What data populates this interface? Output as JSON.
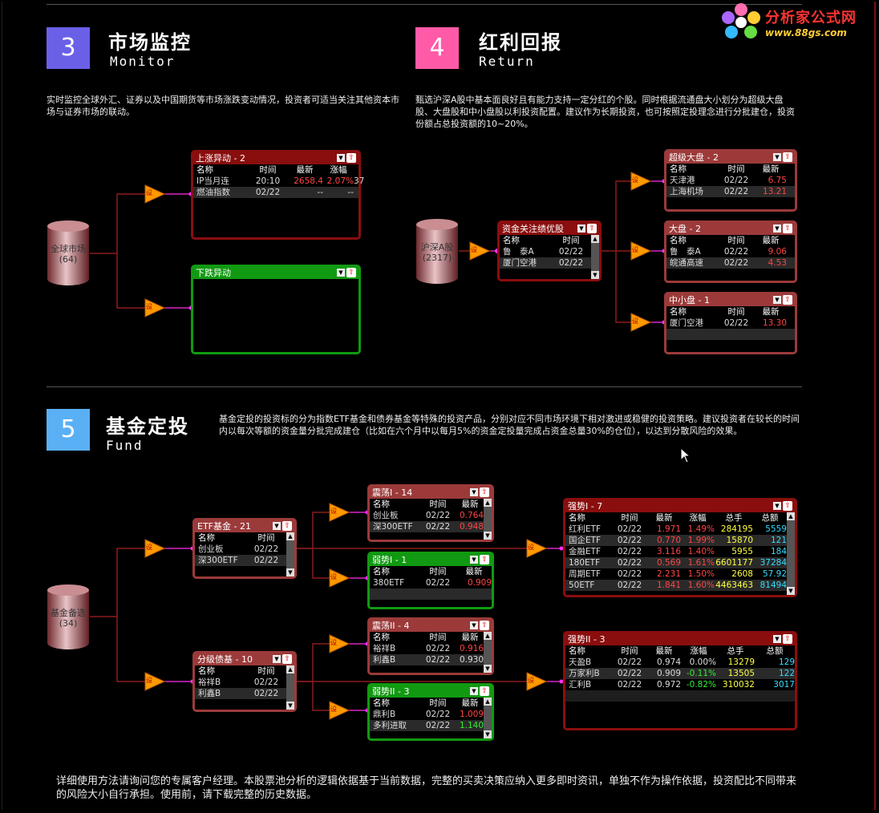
{
  "logo": {
    "title": "分析家公式网",
    "url": "www.88gs.com"
  },
  "sections": {
    "monitor": {
      "num": "3",
      "title": "市场监控",
      "sub": "Monitor",
      "color": "#6a60e8",
      "desc": "实时监控全球外汇、证券以及中国期货等市场涨跌变动情况，投资者可适当关注其他资本市场与证券市场的联动。"
    },
    "return": {
      "num": "4",
      "title": "红利回报",
      "sub": "Return",
      "color": "#ff5aa8",
      "desc": "甄选沪深A股中基本面良好且有能力支持一定分红的个股。同时根据流通盘大小划分为超级大盘股、大盘股和中小盘股以利投资配置。建议作为长期投资，也可按照定投理念进行分批建仓，投资份额占总投资额的10~20%。"
    },
    "fund": {
      "num": "5",
      "title": "基金定投",
      "sub": "Fund",
      "color": "#5ab0f5",
      "desc": "基金定投的投资标的分为指数ETF基金和债券基金等特殊的投资产品，分别对应不同市场环境下相对激进或稳健的投资策略。建议投资者在较长的时间内以每次等额的资金量分批完成建仓（比如在六个月中以每月5%的资金定投量完成占资金总量30%的仓位），以达到分散风险的效果。"
    }
  },
  "cylinders": {
    "global": {
      "name": "全球市场",
      "count": "(64)"
    },
    "hs": {
      "name": "沪深A股",
      "count": "(2317)"
    },
    "fund": {
      "name": "基金备选",
      "count": "(34)"
    }
  },
  "tri_label": "设",
  "ctl": {
    "dd": "▼",
    "up": "⇧",
    "sa": "▲",
    "sd": "▼"
  },
  "panels": {
    "up_alert": {
      "title": "上涨异动 - 2",
      "cols": [
        "名称",
        "时间",
        "最新",
        "涨幅"
      ],
      "rows": [
        [
          "IP当月连",
          "20:10",
          "2658.4",
          "2.07%",
          "37"
        ],
        [
          "燃油指数",
          "02/22",
          "--",
          "--",
          ""
        ]
      ]
    },
    "down_alert": {
      "title": "下跌异动"
    },
    "focus": {
      "title": "资金关注绩优股",
      "cols": [
        "名称",
        "时间"
      ],
      "rows": [
        [
          "鲁　泰A",
          "02/22"
        ],
        [
          "厦门空港",
          "02/22"
        ]
      ]
    },
    "super": {
      "title": "超级大盘 - 2",
      "cols": [
        "名称",
        "时间",
        "最新"
      ],
      "rows": [
        [
          "天津港",
          "02/22",
          "6.75"
        ],
        [
          "上海机场",
          "02/22",
          "13.21"
        ]
      ]
    },
    "big": {
      "title": "大盘 - 2",
      "cols": [
        "名称",
        "时间",
        "最新"
      ],
      "rows": [
        [
          "鲁　泰A",
          "02/22",
          "9.06"
        ],
        [
          "皖通高速",
          "02/22",
          "4.53"
        ]
      ]
    },
    "small": {
      "title": "中小盘 - 1",
      "cols": [
        "名称",
        "时间",
        "最新"
      ],
      "rows": [
        [
          "厦门空港",
          "02/22",
          "13.30"
        ]
      ]
    },
    "etf": {
      "title": "ETF基金 - 21",
      "cols": [
        "名称",
        "时间"
      ],
      "rows": [
        [
          "创业板",
          "02/22"
        ],
        [
          "深300ETF",
          "02/22"
        ]
      ]
    },
    "bond": {
      "title": "分级债基 - 10",
      "cols": [
        "名称",
        "时间"
      ],
      "rows": [
        [
          "裕祥B",
          "02/22"
        ],
        [
          "利鑫B",
          "02/22"
        ]
      ]
    },
    "shock1": {
      "title": "震荡I - 14",
      "cols": [
        "名称",
        "时间",
        "最新"
      ],
      "rows": [
        [
          "创业板",
          "02/22",
          "0.764"
        ],
        [
          "深300ETF",
          "02/22",
          "0.948"
        ]
      ]
    },
    "weak1": {
      "title": "弱势I - 1",
      "cols": [
        "名称",
        "时间",
        "最新"
      ],
      "rows": [
        [
          "380ETF",
          "02/22",
          "0.909"
        ]
      ]
    },
    "shock2": {
      "title": "震荡II - 4",
      "cols": [
        "名称",
        "时间",
        "最新"
      ],
      "rows": [
        [
          "裕祥B",
          "02/22",
          "0.916"
        ],
        [
          "利鑫B",
          "02/22",
          "0.930"
        ]
      ]
    },
    "weak2": {
      "title": "弱势II - 3",
      "cols": [
        "名称",
        "时间",
        "最新"
      ],
      "rows": [
        [
          "鼎利B",
          "02/22",
          "1.009"
        ],
        [
          "多利进取",
          "02/22",
          "1.140"
        ]
      ]
    },
    "strong1": {
      "title": "强势I - 7",
      "cols": [
        "名称",
        "时间",
        "最新",
        "涨幅",
        "总手",
        "总额"
      ],
      "rows": [
        [
          "红利ETF",
          "02/22",
          "1.971",
          "1.49%",
          "284195",
          "5559"
        ],
        [
          "国企ETF",
          "02/22",
          "0.770",
          "1.99%",
          "15870",
          "121"
        ],
        [
          "金融ETF",
          "02/22",
          "3.116",
          "1.40%",
          "5955",
          "184"
        ],
        [
          "180ETF",
          "02/22",
          "0.569",
          "1.61%",
          "6601177",
          "37284"
        ],
        [
          "周期ETF",
          "02/22",
          "2.231",
          "1.50%",
          "2608",
          "57.92"
        ],
        [
          "50ETF",
          "02/22",
          "1.841",
          "1.60%",
          "4463463",
          "81494"
        ]
      ]
    },
    "strong2": {
      "title": "强势II - 3",
      "cols": [
        "名称",
        "时间",
        "最新",
        "涨幅",
        "总手",
        "总额"
      ],
      "rows": [
        [
          "天盈B",
          "02/22",
          "0.974",
          "0.00%",
          "13279",
          "129"
        ],
        [
          "万家利B",
          "02/22",
          "0.909",
          "-0.11%",
          "13505",
          "122"
        ],
        [
          "汇利B",
          "02/22",
          "0.972",
          "-0.82%",
          "310032",
          "3017"
        ]
      ]
    }
  },
  "footer": "详细使用方法请询问您的专属客户经理。本股票池分析的逻辑依据基于当前数据，完整的买卖决策应纳入更多即时资讯，单独不作为操作依据，投资配比不同带来的风险大小自行承担。使用前，请下载完整的历史数据。"
}
